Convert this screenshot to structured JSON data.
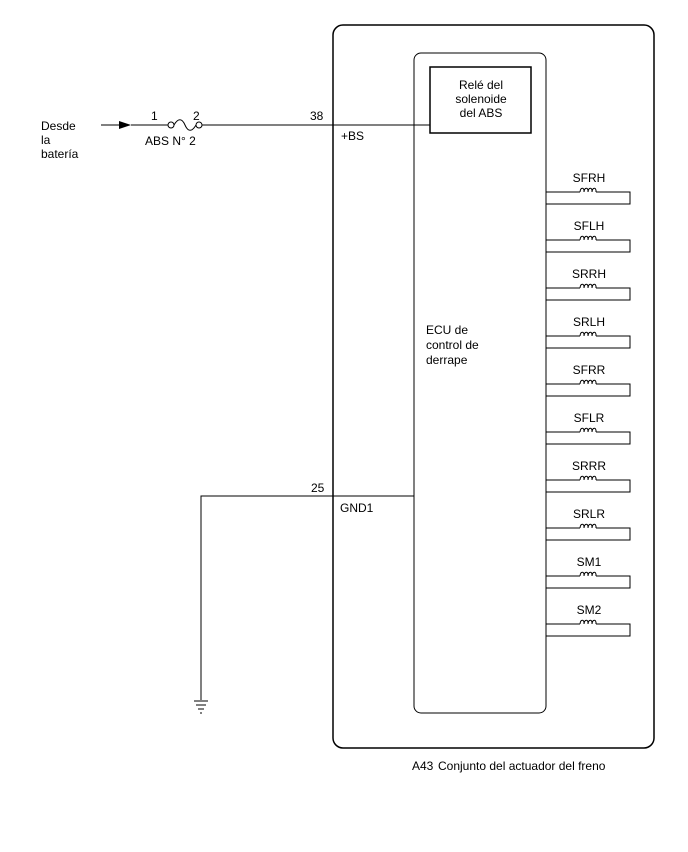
{
  "source": {
    "line1": "Desde",
    "line2": "la",
    "line3": "batería"
  },
  "fuse": {
    "pin_in": "1",
    "pin_out": "2",
    "label": "ABS N° 2"
  },
  "connector_bs": {
    "pin": "38",
    "name": "+BS"
  },
  "connector_gnd": {
    "pin": "25",
    "name": "GND1"
  },
  "relay": {
    "line1": "Relé del",
    "line2": "solenoide",
    "line3": "del ABS"
  },
  "ecu": {
    "line1": "ECU de",
    "line2": "control de",
    "line3": "derrape"
  },
  "solenoids": [
    "SFRH",
    "SFLH",
    "SRRH",
    "SRLH",
    "SFRR",
    "SFLR",
    "SRRR",
    "SRLR",
    "SM1",
    "SM2"
  ],
  "component": {
    "code": "A43",
    "name": "Conjunto del actuador del freno"
  }
}
